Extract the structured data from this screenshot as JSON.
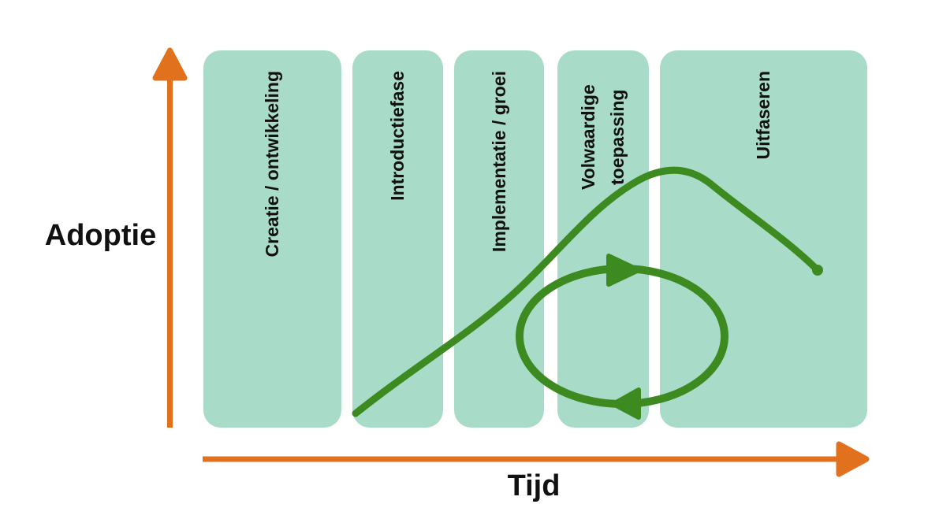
{
  "diagram": {
    "y_axis": {
      "label": "Adoptie"
    },
    "x_axis": {
      "label": "Tijd"
    },
    "phases": [
      {
        "label": "Creatie / ontwikkeling"
      },
      {
        "label": "Introductiefase"
      },
      {
        "label": "Implementatie / groei"
      },
      {
        "label": "Volwaardige toepassing"
      },
      {
        "label": "Uitfaseren"
      }
    ],
    "colors": {
      "axis_orange": "#E1711C",
      "band_mint": "#A9DCC8",
      "curve_green": "#3D8B20",
      "text_black": "#111111",
      "background": "#FFFFFF"
    }
  }
}
